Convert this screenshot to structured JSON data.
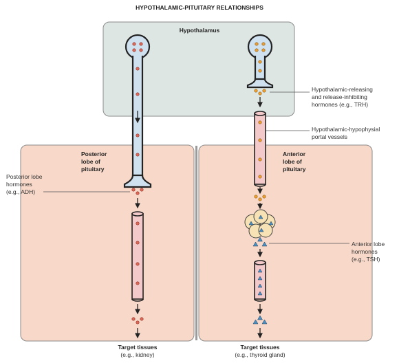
{
  "title": "HYPOTHALAMIC-PITUITARY RELATIONSHIPS",
  "hypothalamus": {
    "label": "Hypothalamus"
  },
  "posterior_lobe": {
    "label": [
      "Posterior",
      "lobe of",
      "pituitary"
    ]
  },
  "anterior_lobe": {
    "label": [
      "Anterior",
      "lobe of",
      "pituitary"
    ]
  },
  "callouts": {
    "releasing_hormones": [
      "Hypothalamic-releasing",
      "and release-inhibiting",
      "hormones (e.g., TRH)"
    ],
    "portal_vessels": [
      "Hypothalamic-hypophysial",
      "portal vessels"
    ],
    "posterior_hormones": [
      "Posterior lobe",
      "hormones",
      "(e.g., ADH)"
    ],
    "anterior_hormones": [
      "Anterior lobe",
      "hormones",
      "(e.g., TSH)"
    ]
  },
  "targets": {
    "left": {
      "title": "Target tissues",
      "example": "(e.g., kidney)"
    },
    "right": {
      "title": "Target tissues",
      "example": "(e.g., thyroid gland)"
    }
  },
  "colors": {
    "hypothalamus_fill": "#dde6e3",
    "pituitary_fill": "#f8d8c8",
    "neuron_fill": "#cfe0ee",
    "vessel_fill": "#f3c9c9",
    "granule_red": "#e06a5a",
    "granule_orange": "#f0a030",
    "hormone_blue": "#4d8fbf",
    "cell_fill": "#f6e2b4"
  }
}
